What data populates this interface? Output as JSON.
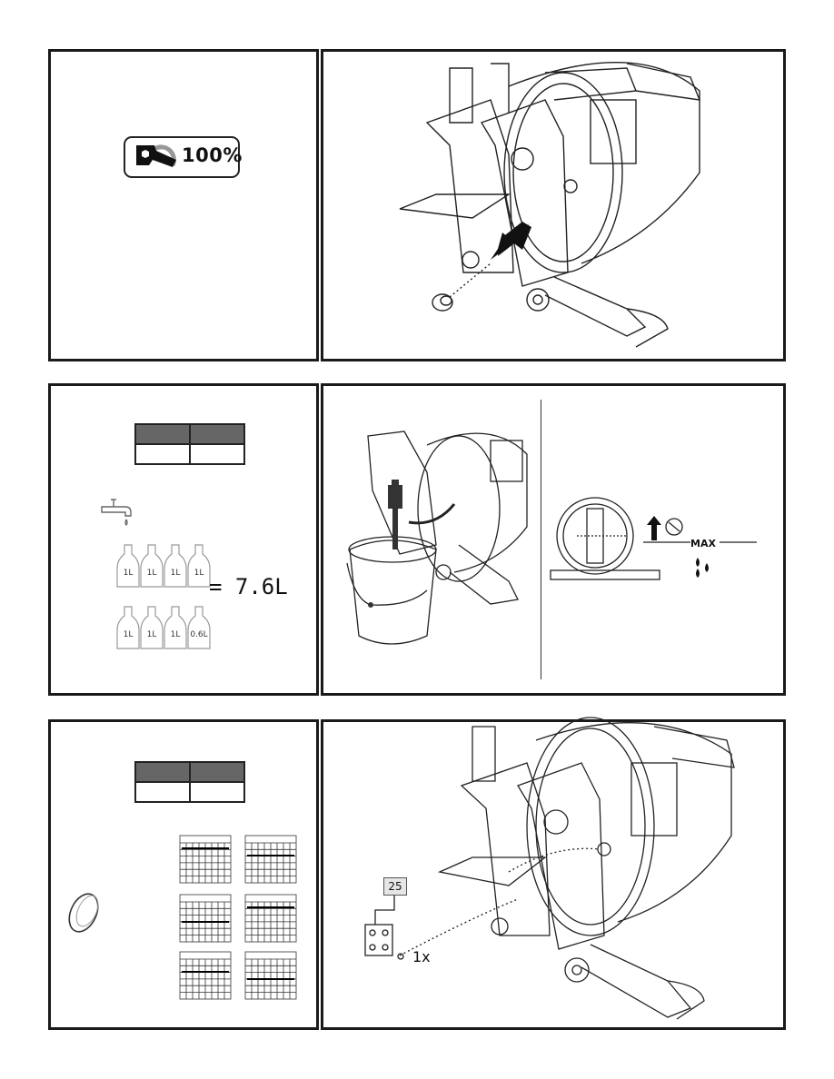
{
  "step1": {
    "torque_value": "100%"
  },
  "step2": {
    "total_volume": "= 7.6L",
    "bottles": [
      "1L",
      "1L",
      "1L",
      "1L",
      "1L",
      "1L",
      "1L",
      "0.6L"
    ],
    "max_label": "MAX"
  },
  "step3": {
    "part_number": "25",
    "quantity": "1x"
  },
  "colors": {
    "border": "#1a1a1a",
    "table_header": "#666666"
  },
  "icons": [
    "wrench-icon",
    "faucet-icon",
    "bottle-icon",
    "arrow-up-icon",
    "water-drop-icon",
    "no-water-icon"
  ]
}
